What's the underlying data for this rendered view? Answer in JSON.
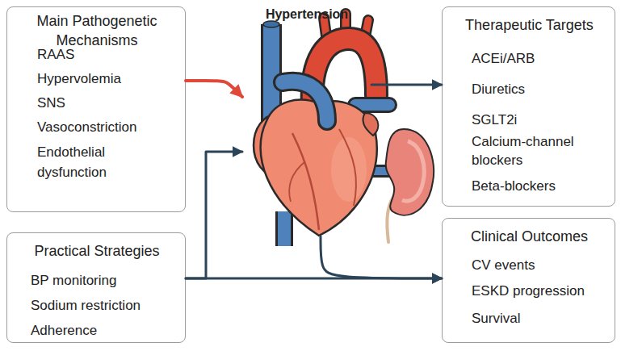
{
  "diagram": {
    "nodes": [
      {
        "text": [
          "Main Pathogenetic Mechanisms",
          "RAAS",
          "Hypervolemia",
          "SNS",
          "Vasoconstriction",
          "Endothelial dysfunction"
        ]
      },
      {
        "text": [
          "Hypertension"
        ]
      },
      {
        "text": [
          "Therapeutic Targets",
          "ACEi/ARB",
          "Diuretics",
          "SGLT2i",
          "Calcium-channel blockers",
          "Beta-blockers"
        ]
      },
      {
        "text": [
          "Practical Strategies",
          "BP monitoring",
          "Sodium restriction",
          "Adherence"
        ]
      },
      {
        "text": [
          "Clinical Outcomes",
          "CV events",
          "ESKD progression",
          "Survival"
        ]
      }
    ],
    "edges": [
      {
        "from": 0,
        "to": 1,
        "arrow": "to"
      },
      {
        "from": 1,
        "to": 2,
        "arrow": "to"
      },
      {
        "from": 3,
        "to": 1,
        "arrow": "to"
      },
      {
        "from": 3,
        "to": 4,
        "arrow": "to"
      },
      {
        "from": 1,
        "to": 4,
        "arrow": "to"
      }
    ]
  }
}
